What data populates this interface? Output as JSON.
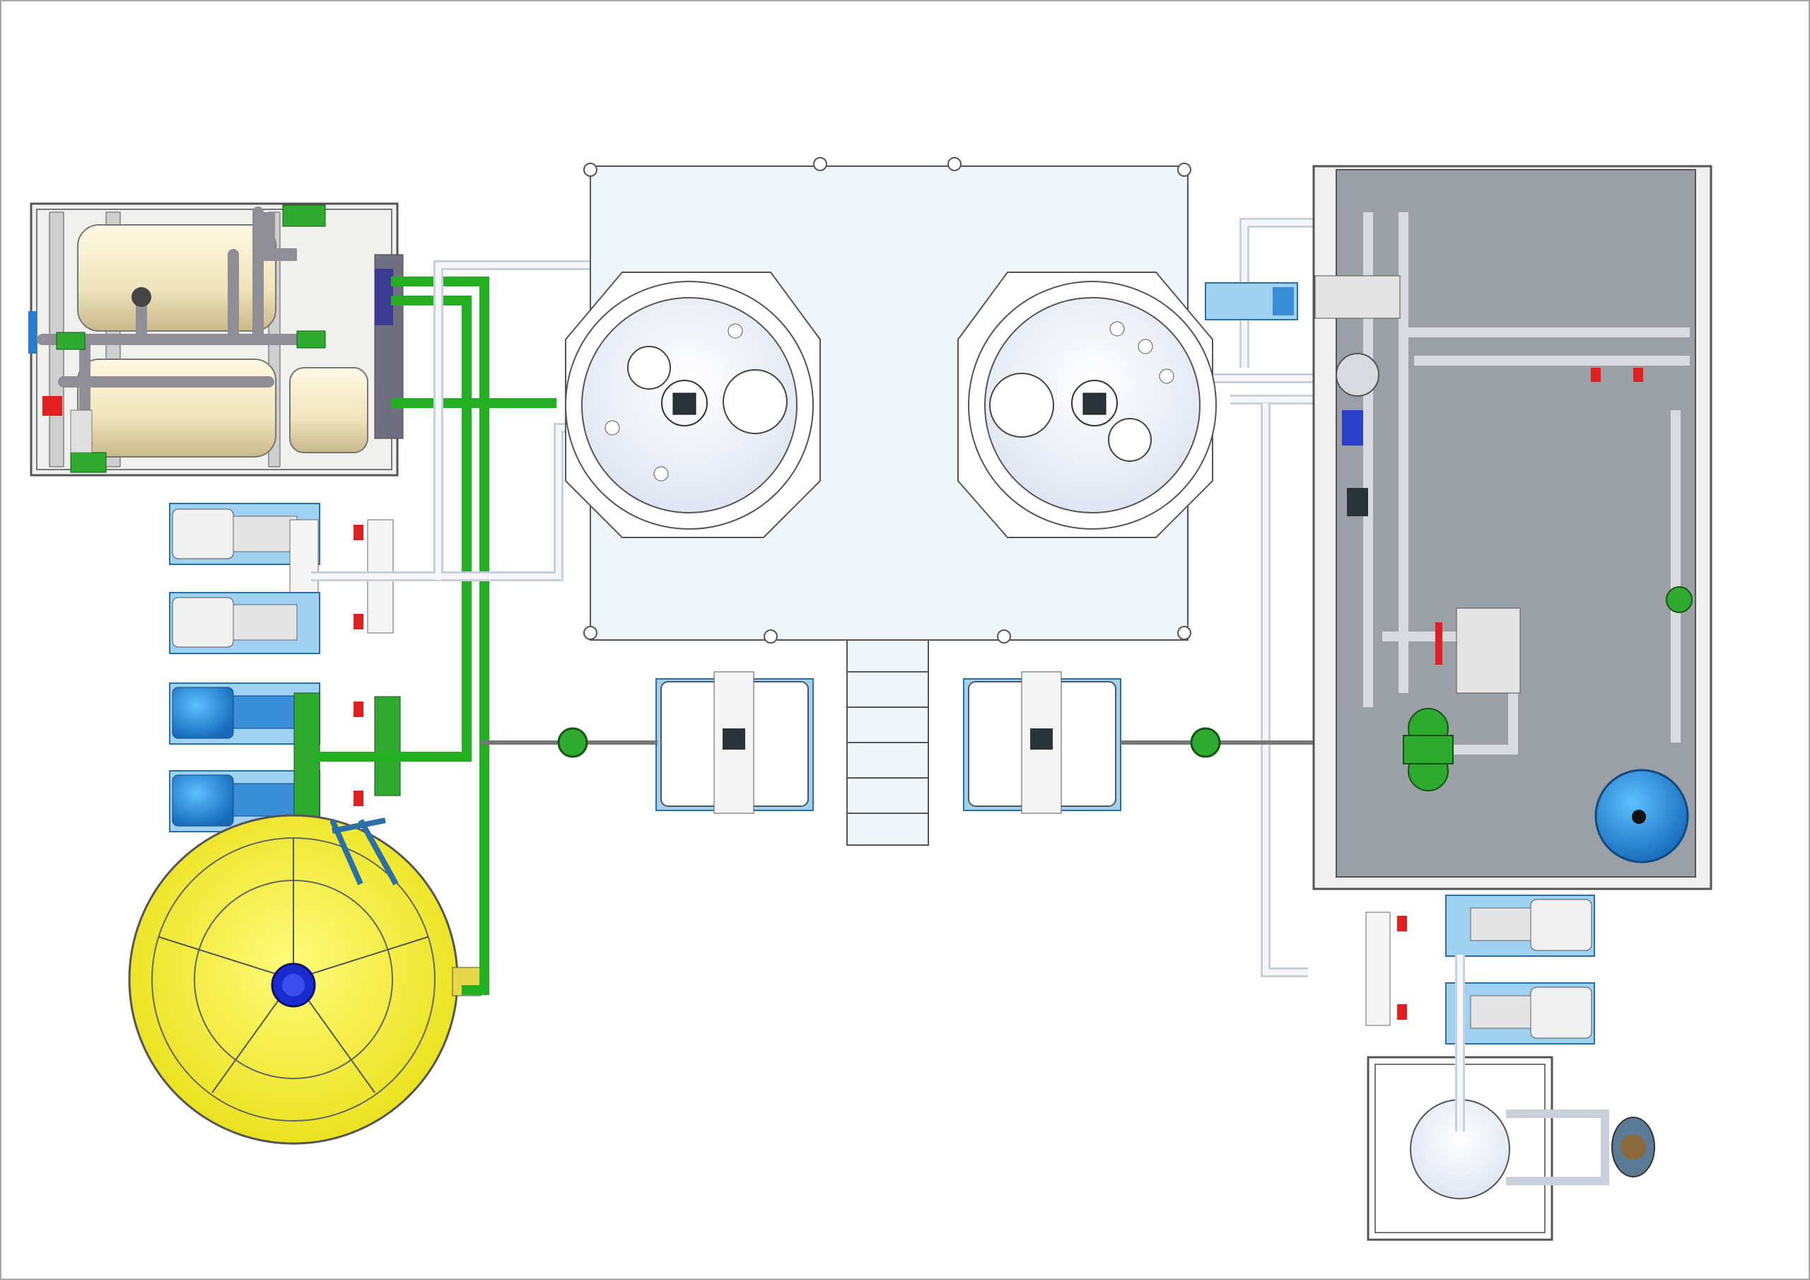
{
  "drawing": {
    "components": [
      {
        "id": "ro-skid",
        "label": ""
      },
      {
        "id": "feed-pump-1",
        "label": ""
      },
      {
        "id": "feed-pump-2",
        "label": ""
      },
      {
        "id": "booster-pump-1",
        "label": ""
      },
      {
        "id": "booster-pump-2",
        "label": ""
      },
      {
        "id": "yellow-storage-tank",
        "label": ""
      },
      {
        "id": "reactor-tank-left",
        "label": ""
      },
      {
        "id": "reactor-tank-right",
        "label": ""
      },
      {
        "id": "dosing-unit-left",
        "label": ""
      },
      {
        "id": "dosing-unit-right",
        "label": ""
      },
      {
        "id": "ladder-stair",
        "label": ""
      },
      {
        "id": "control-panel-skid",
        "label": ""
      },
      {
        "id": "blue-expansion-vessel",
        "label": ""
      },
      {
        "id": "output-pump-1",
        "label": ""
      },
      {
        "id": "output-pump-2",
        "label": ""
      },
      {
        "id": "filter-vessel",
        "label": ""
      }
    ],
    "colors": {
      "frame": "#a8a8a8",
      "platform": "#eef5fb",
      "green_pipe": "#22b022",
      "white_pipe": "#e6e9f2",
      "gray_pipe": "#8e8e94",
      "yellow_tank": "#f2ee2a",
      "blue_motor": "#1a78c8",
      "skid_panel": "#9aa0a6",
      "cream_vessel": "#efe6c4",
      "vessel_blue": "#1f8ee0"
    }
  }
}
